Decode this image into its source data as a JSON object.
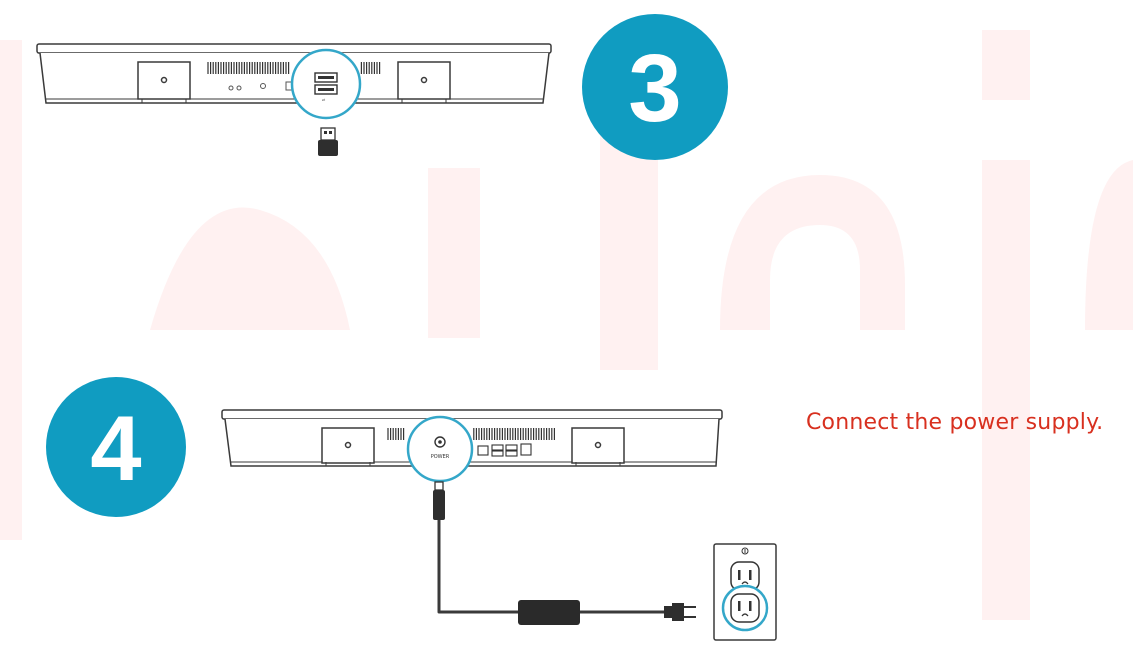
{
  "steps": [
    {
      "number": "3"
    },
    {
      "number": "4",
      "caption": "Connect the power supply."
    }
  ],
  "device_labels": {
    "power_port": "POWER"
  },
  "colors": {
    "step_badge": "#109cc1",
    "caption_text": "#d8301f",
    "highlight_ring": "#34a7c9",
    "line_art": "#3a3a3a",
    "watermark": "#fff0f0"
  },
  "icons": {
    "usb_dongle": "usb-receiver-icon",
    "power_adapter": "power-brick-icon",
    "wall_outlet": "wall-outlet-icon"
  }
}
